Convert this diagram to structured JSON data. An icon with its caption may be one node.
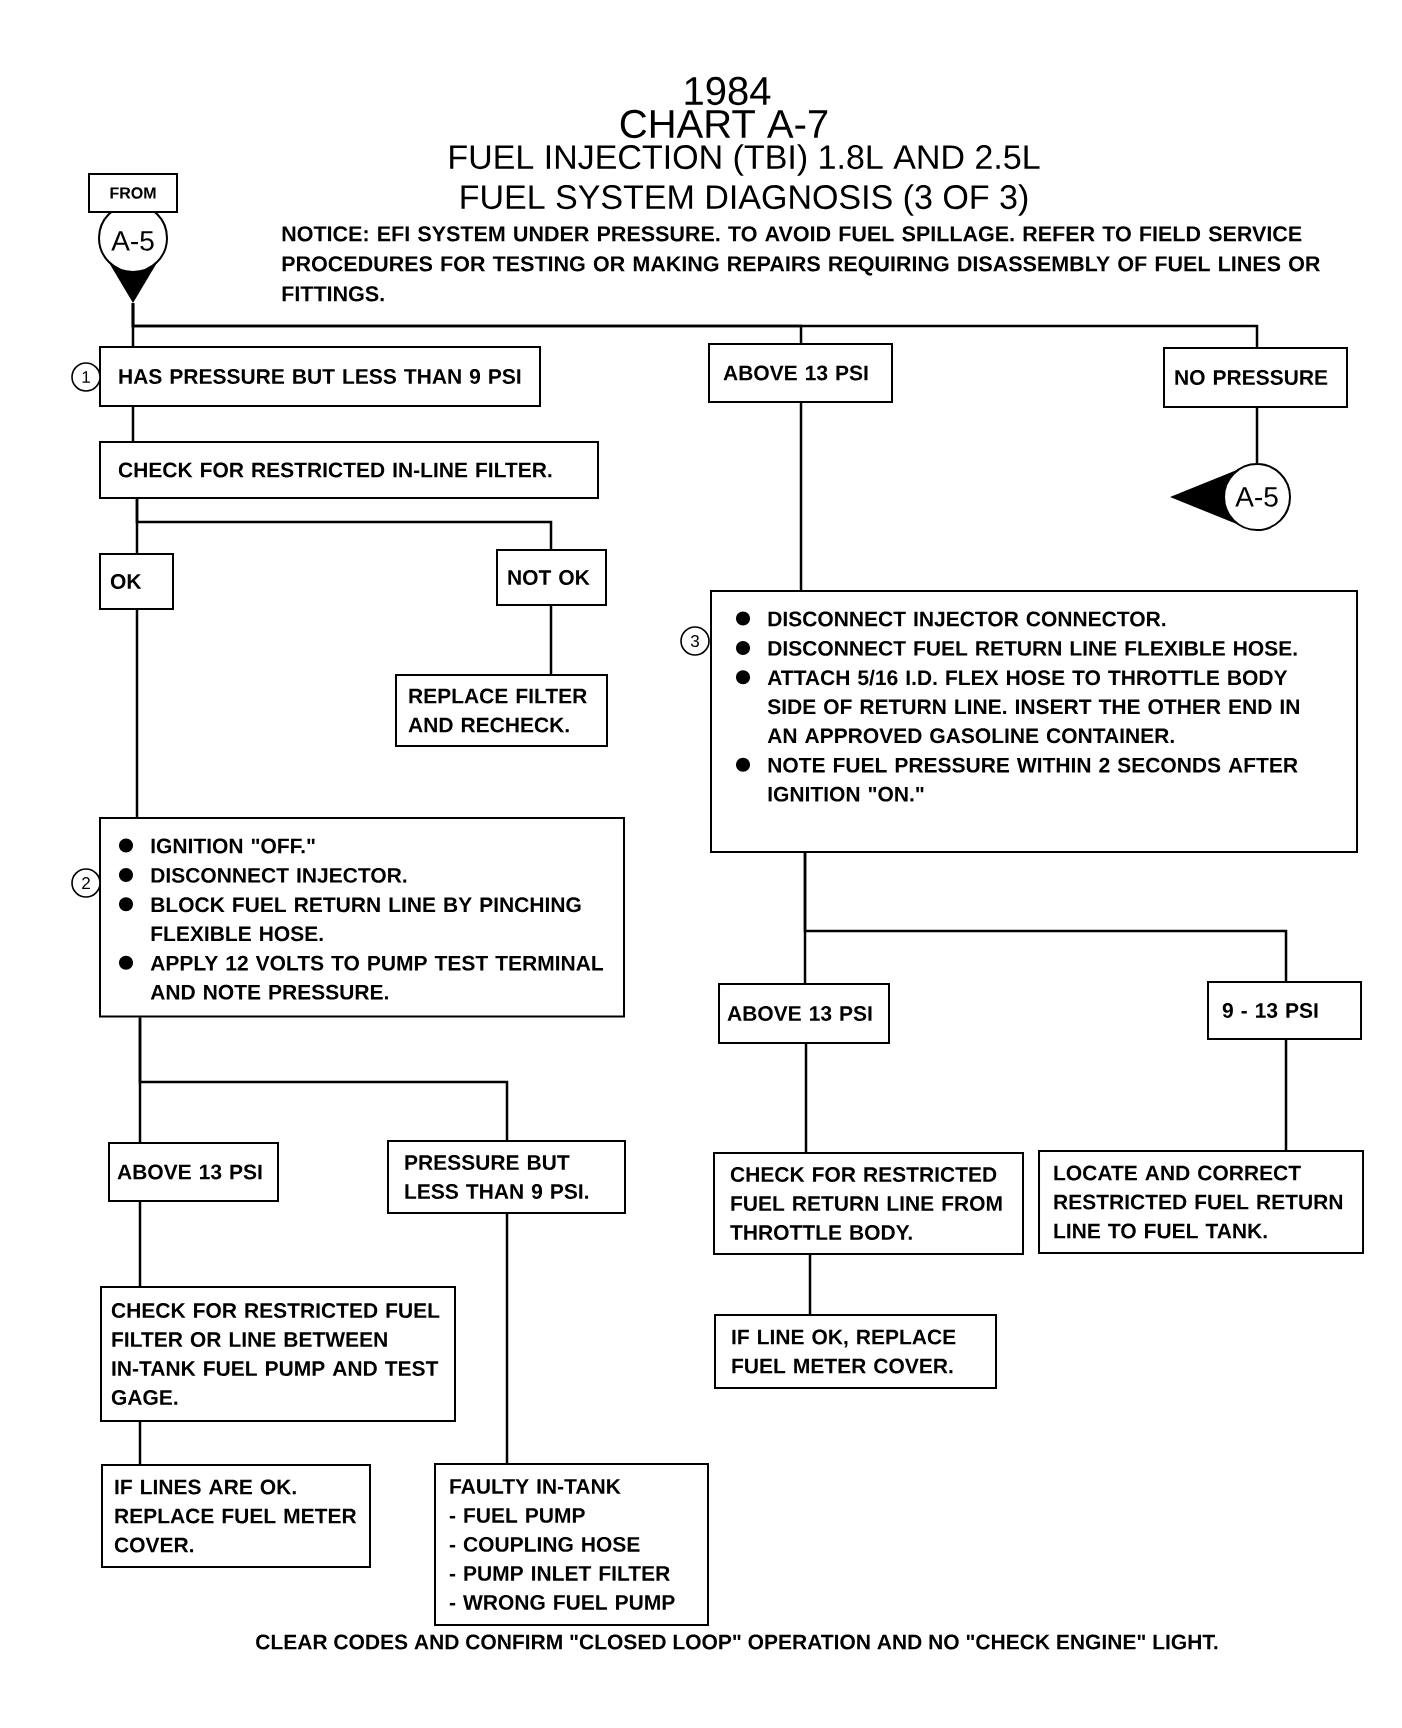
{
  "diagram": {
    "title": "CHART A-7",
    "nodes": [
      {
        "text": [
          "FROM",
          "A-5"
        ]
      },
      {
        "text": [
          "HAS PRESSURE BUT LESS THAN 9 PSI"
        ],
        "beside": [
          "1"
        ]
      },
      {
        "text": [
          "ABOVE 13 PSI"
        ]
      },
      {
        "text": [
          "NO PRESSURE"
        ]
      },
      {
        "text": [
          "CHECK FOR RESTRICTED IN-LINE FILTER."
        ]
      },
      {
        "text": [
          "A-5"
        ]
      },
      {
        "text": [
          "OK"
        ]
      },
      {
        "text": [
          "NOT OK"
        ]
      },
      {
        "text": [
          "DISCONNECT INJECTOR CONNECTOR.",
          "DISCONNECT FUEL RETURN LINE FLEXIBLE HOSE.",
          "ATTACH 5/16 I.D. FLEX HOSE TO THROTTLE BODY SIDE OF RETURN LINE. INSERT THE OTHER END IN AN APPROVED GASOLINE CONTAINER.",
          "NOTE FUEL PRESSURE WITHIN 2 SECONDS AFTER IGNITION \"ON.\""
        ],
        "beside": [
          "3"
        ]
      },
      {
        "text": [
          "REPLACE FILTER AND RECHECK."
        ]
      },
      {
        "text": [
          "IGNITION \"OFF.\"",
          "DISCONNECT INJECTOR.",
          "BLOCK FUEL RETURN LINE BY PINCHING FLEXIBLE HOSE.",
          "APPLY 12 VOLTS TO PUMP TEST TERMINAL AND NOTE PRESSURE."
        ],
        "beside": [
          "2"
        ]
      },
      {
        "text": [
          "ABOVE 13 PSI"
        ]
      },
      {
        "text": [
          "9 - 13 PSI"
        ]
      },
      {
        "text": [
          "ABOVE 13 PSI"
        ]
      },
      {
        "text": [
          "PRESSURE BUT LESS THAN 9 PSI."
        ]
      },
      {
        "text": [
          "CHECK FOR RESTRICTED FUEL RETURN LINE FROM THROTTLE BODY."
        ]
      },
      {
        "text": [
          "LOCATE AND CORRECT RESTRICTED FUEL RETURN LINE TO FUEL TANK."
        ]
      },
      {
        "text": [
          "CHECK FOR RESTRICTED FUEL FILTER OR LINE BETWEEN IN-TANK FUEL PUMP AND TEST GAGE."
        ]
      },
      {
        "text": [
          "IF LINE OK, REPLACE FUEL METER COVER."
        ]
      },
      {
        "text": [
          "IF LINES ARE OK. REPLACE FUEL METER COVER."
        ]
      },
      {
        "text": [
          "FAULTY IN-TANK",
          "- FUEL PUMP",
          "- COUPLING HOSE",
          "- PUMP INLET FILTER",
          "- WRONG FUEL PUMP"
        ]
      }
    ],
    "edges": [
      {
        "from": 0,
        "to": 1,
        "arrow": "none"
      },
      {
        "from": 0,
        "to": 2,
        "arrow": "none"
      },
      {
        "from": 0,
        "to": 3,
        "arrow": "none"
      },
      {
        "from": 1,
        "to": 4,
        "arrow": "none"
      },
      {
        "from": 3,
        "to": 5,
        "arrow": "none"
      },
      {
        "from": 4,
        "to": 6,
        "arrow": "none"
      },
      {
        "from": 4,
        "to": 7,
        "arrow": "none"
      },
      {
        "from": 2,
        "to": 8,
        "arrow": "none"
      },
      {
        "from": 7,
        "to": 9,
        "arrow": "none"
      },
      {
        "from": 6,
        "to": 10,
        "arrow": "none"
      },
      {
        "from": 8,
        "to": 11,
        "arrow": "none"
      },
      {
        "from": 8,
        "to": 12,
        "arrow": "none"
      },
      {
        "from": 10,
        "to": 13,
        "arrow": "none"
      },
      {
        "from": 10,
        "to": 14,
        "arrow": "none"
      },
      {
        "from": 11,
        "to": 15,
        "arrow": "none"
      },
      {
        "from": 12,
        "to": 16,
        "arrow": "none"
      },
      {
        "from": 13,
        "to": 17,
        "arrow": "none"
      },
      {
        "from": 14,
        "to": 20,
        "arrow": "none"
      },
      {
        "from": 15,
        "to": 18,
        "arrow": "none"
      },
      {
        "from": 17,
        "to": 19,
        "arrow": "none"
      }
    ],
    "labels": [
      "1984",
      "FUEL INJECTION (TBI) 1.8L AND 2.5L",
      "FUEL SYSTEM DIAGNOSIS (3 OF 3)",
      "NOTICE: EFI SYSTEM UNDER PRESSURE. TO AVOID FUEL SPILLAGE. REFER TO FIELD SERVICE PROCEDURES FOR TESTING OR MAKING REPAIRS REQUIRING DISASSEMBLY OF FUEL LINES OR FITTINGS.",
      "CLEAR CODES AND CONFIRM \"CLOSED LOOP\" OPERATION AND NO \"CHECK ENGINE\" LIGHT."
    ]
  }
}
